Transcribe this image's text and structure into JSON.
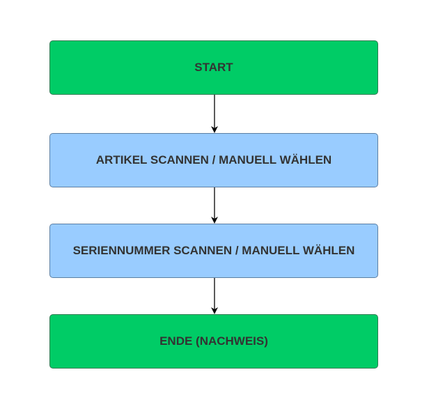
{
  "diagram": {
    "type": "flowchart",
    "nodes": [
      {
        "id": "start",
        "label": "START",
        "fill": "#00cc66"
      },
      {
        "id": "artikel",
        "label": "ARTIKEL SCANNEN / MANUELL WÄHLEN",
        "fill": "#99ccff"
      },
      {
        "id": "serien",
        "label": "SERIENNUMMER SCANNEN / MANUELL WÄHLEN",
        "fill": "#99ccff"
      },
      {
        "id": "ende",
        "label": "ENDE (NACHWEIS)",
        "fill": "#00cc66"
      }
    ],
    "edges": [
      {
        "from": "start",
        "to": "artikel"
      },
      {
        "from": "artikel",
        "to": "serien"
      },
      {
        "from": "serien",
        "to": "ende"
      }
    ],
    "colors": {
      "terminal": "#00cc66",
      "process": "#99ccff",
      "text": "#333333",
      "arrow": "#000000"
    }
  }
}
